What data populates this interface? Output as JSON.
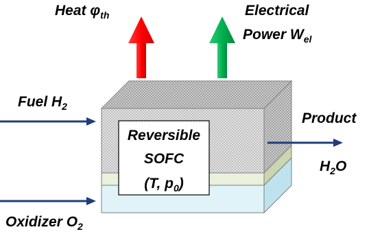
{
  "labels": {
    "heat_word": "Heat",
    "heat_symbol": "φ",
    "heat_sub": "th",
    "electrical_line1": "Electrical",
    "power_word": "Power W",
    "power_sub": "el",
    "fuel_word": "Fuel H",
    "fuel_sub": "2",
    "product_word": "Product",
    "h2o_h": "H",
    "h2o_sub": "2",
    "h2o_o": "O",
    "oxidizer_word": "Oxidizer O",
    "oxidizer_sub": "2",
    "center_line1": "Reversible",
    "center_line2": "SOFC",
    "center_line3_a": "(T, p",
    "center_line3_sub": "0",
    "center_line3_b": ")"
  },
  "colors": {
    "heat_arrow": "#ff0000",
    "power_arrow": "#00b050",
    "flow_arrow": "#1f3d7a",
    "anode_layer": "#e9f0dc",
    "cathode_layer": "#dff3f8",
    "top_face": "#d9d9d9",
    "frame": "#595959"
  }
}
